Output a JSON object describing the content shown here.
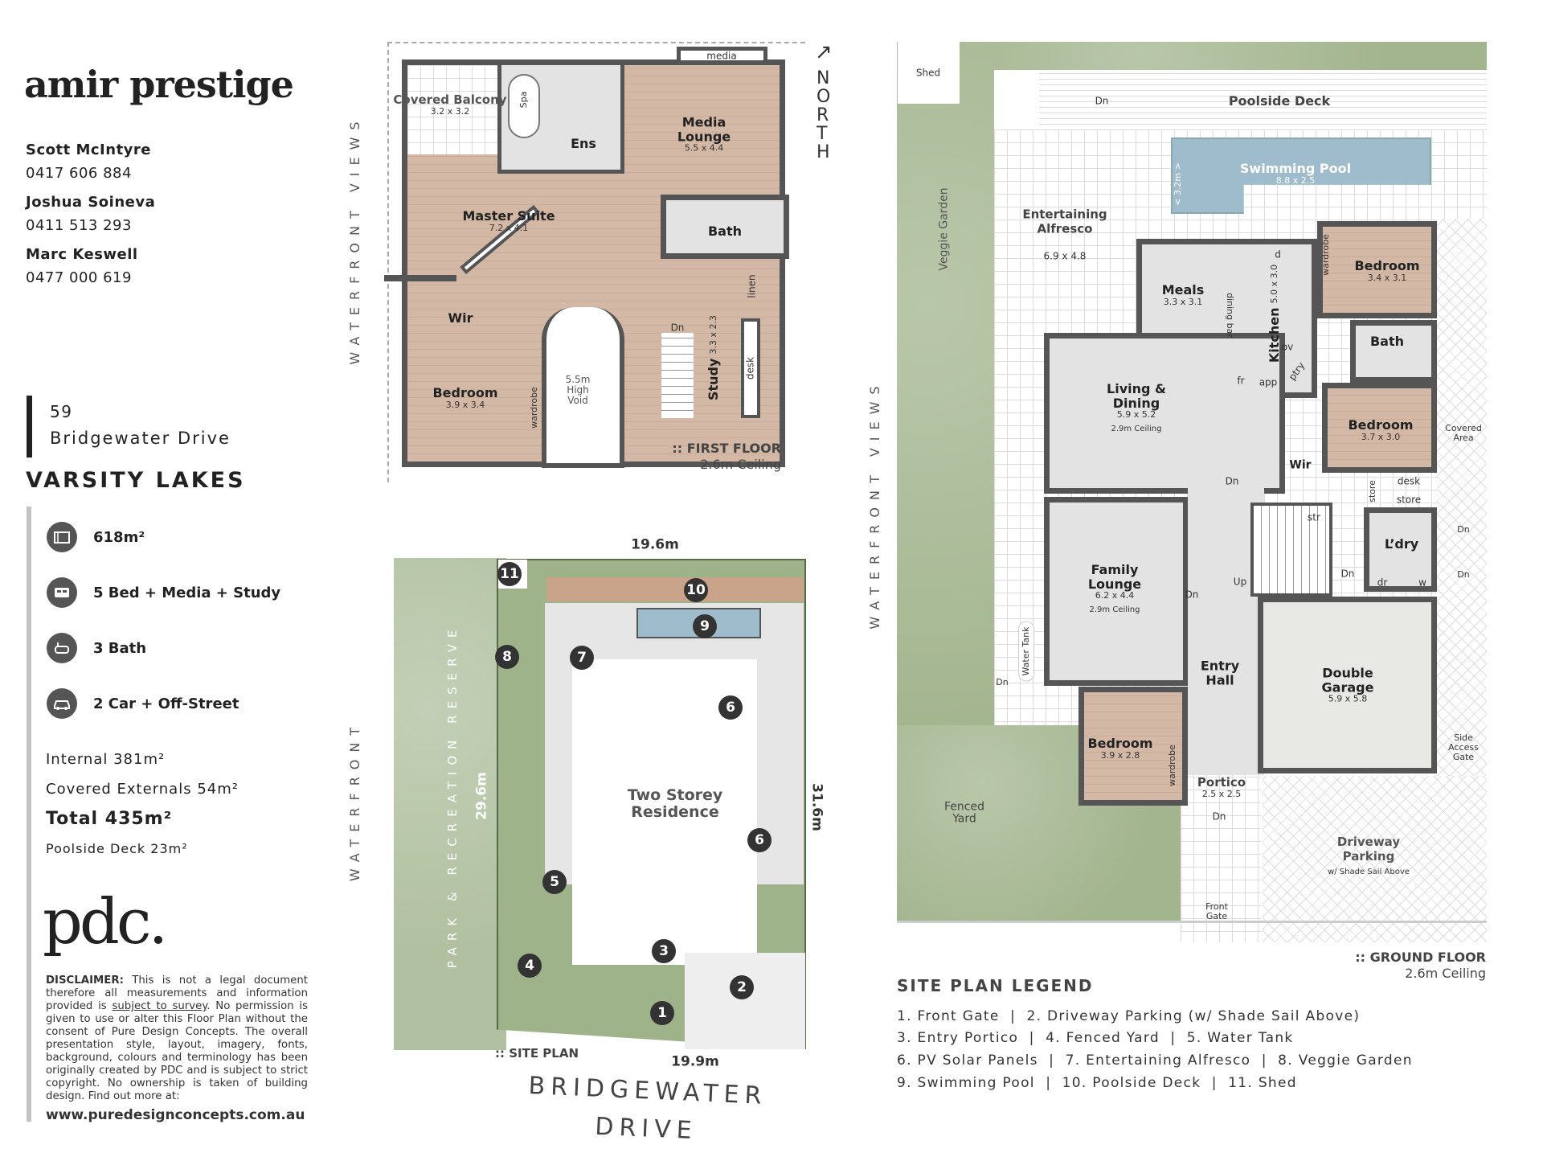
{
  "branding": {
    "logo": "amir prestige",
    "pdc_logo": "pdc."
  },
  "agents": [
    {
      "name": "Scott McIntyre",
      "phone": "0417 606 884"
    },
    {
      "name": "Joshua Soineva",
      "phone": "0411 513 293"
    },
    {
      "name": "Marc Keswell",
      "phone": "0477 000 619"
    }
  ],
  "address": {
    "number": "59",
    "street": "Bridgewater Drive",
    "suburb": "VARSITY LAKES"
  },
  "stats": {
    "items": [
      {
        "icon": "land-area-icon",
        "label": "618m²"
      },
      {
        "icon": "bed-icon",
        "label": "5 Bed + Media + Study"
      },
      {
        "icon": "bath-icon",
        "label": "3 Bath"
      },
      {
        "icon": "car-icon",
        "label": "2 Car + Off-Street"
      }
    ],
    "internal": "Internal 381m²",
    "covered": "Covered Externals 54m²",
    "total": "Total 435m²",
    "deck": "Poolside Deck 23m²"
  },
  "disclaimer": {
    "heading": "DISCLAIMER:",
    "text1": " This is not a legal document therefore all measurements and information provided is ",
    "link": "subject to survey",
    "text2": ". No permission is given to use or alter this Floor Plan without the consent of Pure Design Concepts. The overall presentation style, layout, imagery, fonts, background, colours and terminology has been originally created by PDC and is subject to strict copyright. No ownership is taken of building design. Find out more at:",
    "url": "www.puredesignconcepts.com.au"
  },
  "waterfront_views": "WATERFRONT VIEWS",
  "waterfront": "WATERFRONT",
  "north": "NORTH",
  "first_floor": {
    "title": ":: FIRST FLOOR",
    "ceiling": "2.6m Ceiling",
    "balcony": {
      "name": "Covered Balcony",
      "dims": "3.2 x 3.2"
    },
    "spa": "Spa",
    "ens": "Ens",
    "media_strip": "media",
    "media": {
      "name": "Media Lounge",
      "dims": "5.5 x 4.4"
    },
    "master": {
      "name": "Master Suite",
      "dims": "7.2 x 4.1"
    },
    "bath": "Bath",
    "wir": "Wir",
    "linen": "linen",
    "desk": "desk",
    "dn": "Dn",
    "wardrobe": "wardrobe",
    "bedroom": {
      "name": "Bedroom",
      "dims": "3.9 x 3.4"
    },
    "void": "5.5m High Void",
    "study": {
      "name": "Study",
      "dims": "3.3 x 2.3"
    }
  },
  "ground_floor": {
    "title": ":: GROUND FLOOR",
    "ceiling": "2.6m Ceiling",
    "shed": "Shed",
    "poolside_deck": "Poolside Deck",
    "dn": "Dn",
    "up": "Up",
    "veggie": "Veggie Garden",
    "alfresco": {
      "name": "Entertaining Alfresco",
      "dims": "6.9 x 4.8"
    },
    "pool": {
      "name": "Swimming Pool",
      "dims": "8.8 x 2.5",
      "width": "< 3.2m >"
    },
    "meals": {
      "name": "Meals",
      "dims": "3.3 x 3.1"
    },
    "kitchen": {
      "name": "Kitchen",
      "dims": "5.0 x 3.0"
    },
    "dining_bar": "dining bar",
    "d": "d",
    "ov": "ov",
    "fr": "fr",
    "app": "app",
    "ptry": "ptry",
    "living": {
      "name": "Living & Dining",
      "dims": "5.9 x 5.2",
      "ceiling": "2.9m Ceiling"
    },
    "bedroom1": {
      "name": "Bedroom",
      "dims": "3.4 x 3.1"
    },
    "bath": "Bath",
    "bedroom2": {
      "name": "Bedroom",
      "dims": "3.7 x 3.0"
    },
    "wir": "Wir",
    "wardrobe": "wardrobe",
    "covered_area": "Covered Area",
    "desk": "desk",
    "store": "store",
    "family": {
      "name": "Family Lounge",
      "dims": "6.2 x 4.4",
      "ceiling": "2.9m Ceiling"
    },
    "entry": "Entry Hall",
    "str": "str",
    "laundry": "L’dry",
    "dr": "dr",
    "w": "w",
    "garage": {
      "name": "Double Garage",
      "dims": "5.9 x 5.8"
    },
    "bedroom3": {
      "name": "Bedroom",
      "dims": "3.9 x 2.8"
    },
    "portico": {
      "name": "Portico",
      "dims": "2.5 x 2.5"
    },
    "driveway": {
      "name": "Driveway Parking",
      "sub": "w/ Shade Sail Above"
    },
    "front_gate": "Front Gate",
    "side_gate": "Side Access Gate",
    "fenced_yard": "Fenced Yard",
    "water_tank": "Water Tank"
  },
  "site_plan": {
    "title": ":: SITE PLAN",
    "top": "19.6m",
    "bottom": "19.9m",
    "right": "31.6m",
    "left": "29.6m",
    "reserve": "PARK & RECREATION RESERVE",
    "residence": "Two Storey Residence",
    "street": "BRIDGEWATER",
    "street2": "DRIVE",
    "markers": [
      "11",
      "10",
      "9",
      "8",
      "7",
      "6",
      "6",
      "5",
      "4",
      "3",
      "2",
      "1"
    ]
  },
  "legend": {
    "title": "SITE PLAN LEGEND",
    "lines": [
      "1. Front Gate  |  2. Driveway Parking (w/ Shade Sail Above)",
      "3. Entry Portico  |  4. Fenced Yard  |  5. Water Tank",
      "6. PV Solar Panels  |  7. Entertaining Alfresco  |  8. Veggie Garden",
      "9. Swimming Pool  |  10. Poolside Deck  |  11. Shed"
    ]
  }
}
